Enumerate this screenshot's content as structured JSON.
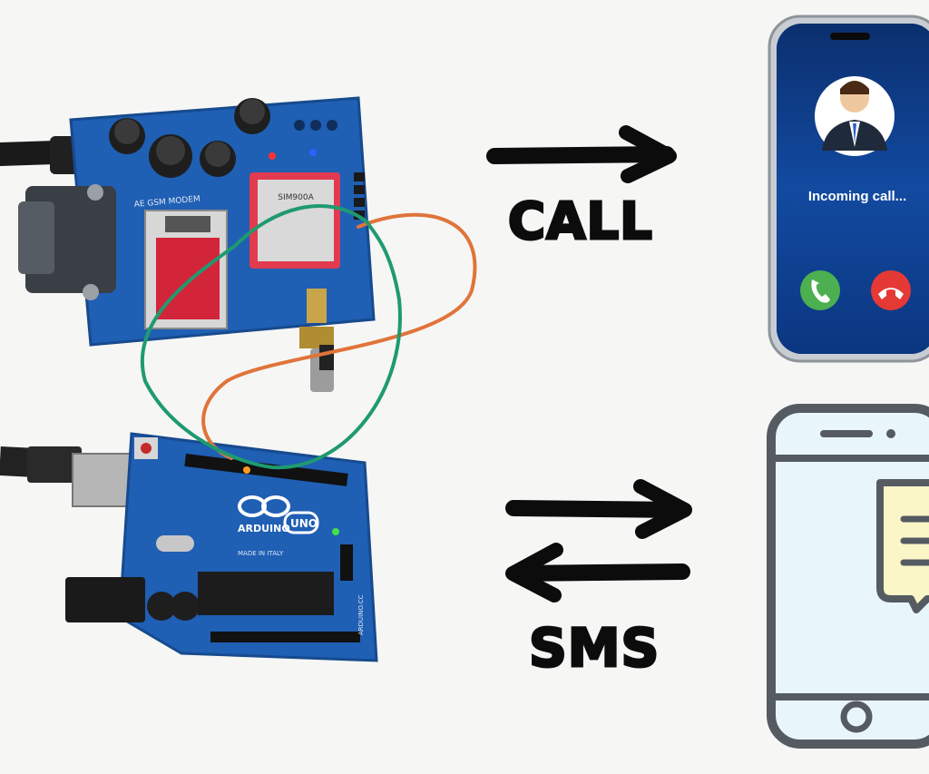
{
  "labels": {
    "call": "CALL",
    "sms": "SMS"
  },
  "phone_call": {
    "status_text": "Incoming call..."
  },
  "boards": {
    "gsm_modem_silk": "AE GSM MODEM",
    "gsm_chip_text": "SIM900A",
    "arduino_brand": "ARDUINO",
    "arduino_model": "UNO",
    "arduino_made_in": "MADE IN ITALY",
    "arduino_site": "ARDUINO.CC"
  },
  "colors": {
    "board_blue": "#1f5fb4",
    "accept_green": "#4caf50",
    "decline_red": "#e53935",
    "phone_screen": "#0e3d8a",
    "sms_screen": "#e8f6fb",
    "sms_bubble": "#fbf6c8"
  },
  "icons": [
    "arrow-right-icon",
    "arrow-left-icon",
    "user-avatar-icon",
    "phone-accept-icon",
    "phone-decline-icon",
    "message-bubble-icon",
    "home-button-icon"
  ]
}
